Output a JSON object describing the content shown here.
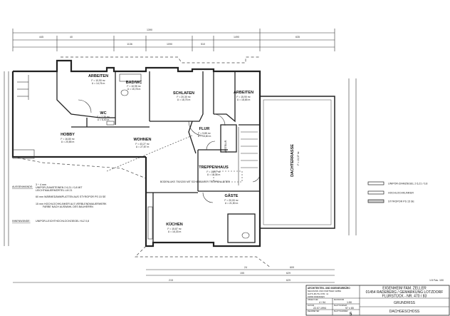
{
  "rooms": {
    "arbeiten_left": {
      "name": "ARBEITEN",
      "f": "F = 10,90 m²",
      "u": "U = 14,76 m"
    },
    "bad_wc": {
      "name": "BAD/WC",
      "f": "F = 10,95 m²",
      "u": "U = 15,78 m"
    },
    "schlafen": {
      "name": "SCHLAFEN",
      "f": "F = 20,30 m²",
      "u": "U = 18,75 m"
    },
    "arbeiten_right": {
      "name": "ARBEITEN",
      "f": "F = 15,90 m²",
      "u": "U = 18,65 m"
    },
    "wc": {
      "name": "WC",
      "f": "F = 2,35 m²",
      "u": "U = 6,40 m"
    },
    "hobby": {
      "name": "HOBBY",
      "f": "F = 16,80 m²",
      "u": "U = 20,85 m"
    },
    "wohnen": {
      "name": "WOHNEN",
      "f": "F = 43,27 m²",
      "u": "U = 27,87 m"
    },
    "flur": {
      "name": "FLUR",
      "f": "F = 9,85 m²",
      "u": "U = 15,80 m"
    },
    "treppenhaus": {
      "name": "TREPPENHAUS",
      "f": "F = 10,97 m²",
      "u": "U = 13,38 m"
    },
    "gaeste": {
      "name": "GÄSTE",
      "f": "F = 20,00 m²",
      "u": "U = 21,50 m"
    },
    "kuechen": {
      "name": "KÜCHEN",
      "f": "F = 15,87 m²",
      "u": "U = 16,33 m"
    },
    "dachterrasse": {
      "name": "DACHTERRASSE",
      "f": "F = 13,37 m²"
    },
    "abstellraum": {
      "name": "ABSTELLR."
    }
  },
  "annotations": {
    "bodenluke": "BODENLUKE 700/1200 MIT SCHIEBBARER TREPPEN-LEITER"
  },
  "dimensions": {
    "top": [
      "1390",
      "445",
      "40",
      "1136",
      "1090",
      "510",
      "1490",
      "635"
    ],
    "bottom": [
      "155",
      "24",
      "609",
      "215",
      "629",
      "629"
    ]
  },
  "notes": {
    "aussen_label": "AUSSENWÄNDE:",
    "aussen_lines": [
      "3 ÷ 4 mm",
      "UNIPOR-ZIAMSTEINEN 2 6,21 / 0,8 MIT",
      "LEICHTMAUERMÖRTEL LM 21",
      "60 mm WÄRMEDÄMMPLATTEN AUS STYROPOR PS 15 SE",
      "15 mm HOCHLOCHKLINKER ALS VERBLENDMAUERWERK",
      "FARBE NACH AUSWAHL DES BAUHERRN"
    ],
    "innen_label": "INNENWÄNDE:",
    "innen_line": "UNIPOR-LEICHTHOCHLOCHZIEGEL HLZ 0,8"
  },
  "legend": [
    {
      "label": "UNIPOR-ZIAMZIEGEL 2 6,21 / 0,8"
    },
    {
      "label": "HOCHLOCHKLINKER"
    },
    {
      "label": "STYROPOR PS 15 SE"
    }
  ],
  "title_block": {
    "sheet_ref": "1:5 Fas. 100",
    "office": [
      "ARCHITEKTEN- UND INGENIEURBÜRO",
      "NEUMANN UND PARTNER GMBH",
      "HATS-MUTH-STR. 11",
      "01800 DRESDEN"
    ],
    "project": [
      "EIGENHEIM FAM. ZELLER",
      "01454 RADEBERG / GEMARKUNG LOTZDORF",
      "FLURSTÜCK - NR. 470 / 83"
    ],
    "objekt_label": "OBJEKT-NR.",
    "objekt": "4 / 94",
    "massstab_label": "MASSSTAB",
    "massstab": "1:50",
    "datum_label": "DATUM",
    "datum": "22.07.1994",
    "blattformat_label": "BLATTFORMAT",
    "blattformat": "97 x 65",
    "bearbeiter_label": "BEARBEITER",
    "blattnummer_label": "BLATTNUMMER",
    "blattnummer": "5",
    "drawing_title": "GRUNDRISS",
    "drawing_subtitle": "DACHGESCHOSS"
  }
}
